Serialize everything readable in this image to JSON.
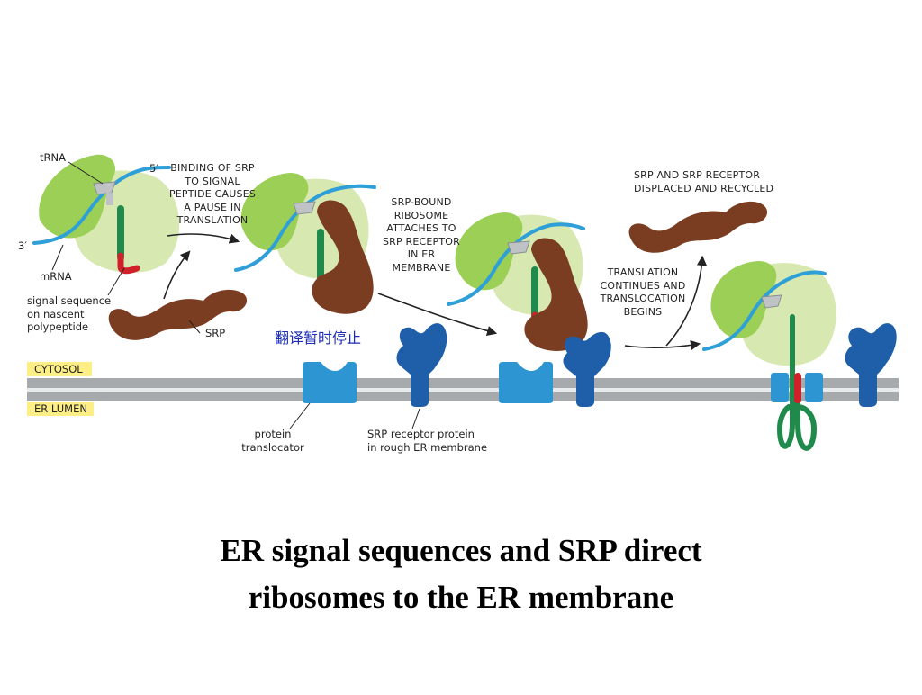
{
  "labels": {
    "trna": "tRNA",
    "five_prime": "5′",
    "three_prime": "3′",
    "mrna": "mRNA",
    "signal_sequence": "signal sequence\non nascent\npolypeptide",
    "srp": "SRP",
    "step1": "BINDING OF SRP\nTO SIGNAL\nPEPTIDE CAUSES\nA PAUSE IN\nTRANSLATION",
    "step2": "SRP-BOUND\nRIBOSOME\nATTACHES TO\nSRP RECEPTOR\nIN ER\nMEMBRANE",
    "step3": "TRANSLATION\nCONTINUES AND\nTRANSLOCATION\nBEGINS",
    "step4": "SRP AND SRP RECEPTOR\nDISPLACED AND RECYCLED",
    "cytosol": "CYTOSOL",
    "er_lumen": "ER LUMEN",
    "protein_translocator": "protein\ntranslocator",
    "srp_receptor": "SRP receptor protein\nin rough ER membrane"
  },
  "annotation_cn": "翻译暂时停止",
  "caption": {
    "line1": "ER signal sequences and SRP direct",
    "line2": "ribosomes to the ER membrane"
  },
  "colors": {
    "ribosome_large": "#9bcf55",
    "ribosome_small": "#d7e8b0",
    "mrna": "#2f9fd8",
    "trna": "#bfc3c6",
    "polypeptide_green": "#1f8a4c",
    "signal_red": "#d0202a",
    "srp": "#7a3d22",
    "srp_receptor": "#1f5ea8",
    "translocator": "#2e95d3",
    "membrane": "#a6aaad",
    "label_tag": "#fdee86",
    "annotation": "#1c2db4"
  }
}
